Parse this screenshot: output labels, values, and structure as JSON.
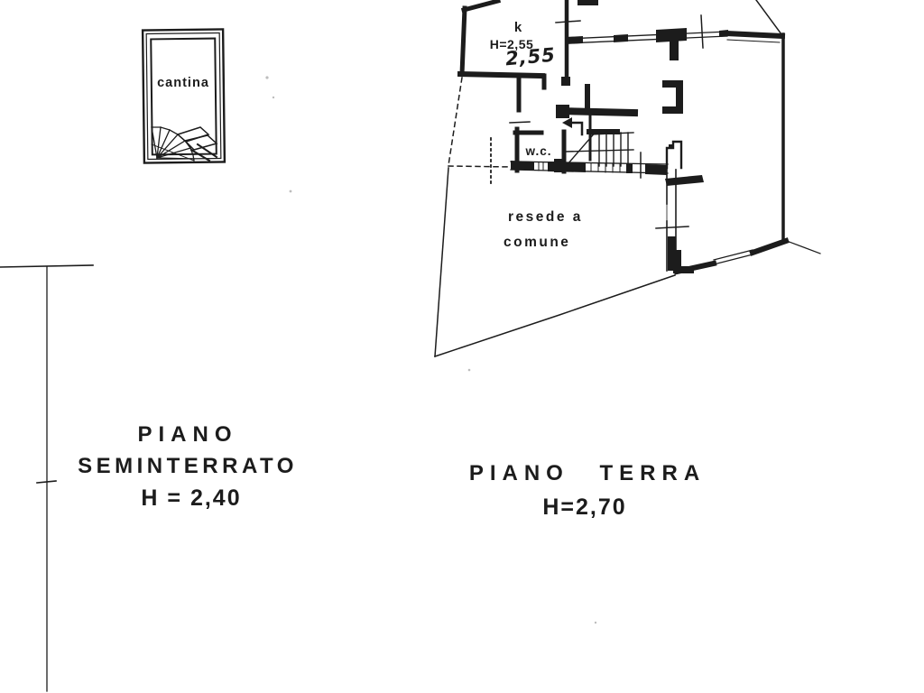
{
  "document": {
    "type": "scanned floor plan",
    "colors": {
      "ink": "#1c1c1c",
      "paper": "#ffffff"
    }
  },
  "seminterrato": {
    "room_label": "cantina",
    "title_line1": "PIANO",
    "title_line2": "SEMINTERRATO",
    "height_label": "H = 2,40"
  },
  "terra": {
    "kitchen_label": "k",
    "kitchen_height": "H=2,55",
    "kitchen_height_handwritten": "2,55",
    "wc_label": "w.c.",
    "court_label_line1": "resede a",
    "court_label_line2": "comune",
    "title": "PIANO TERRA",
    "height_label": "H=2,70"
  }
}
